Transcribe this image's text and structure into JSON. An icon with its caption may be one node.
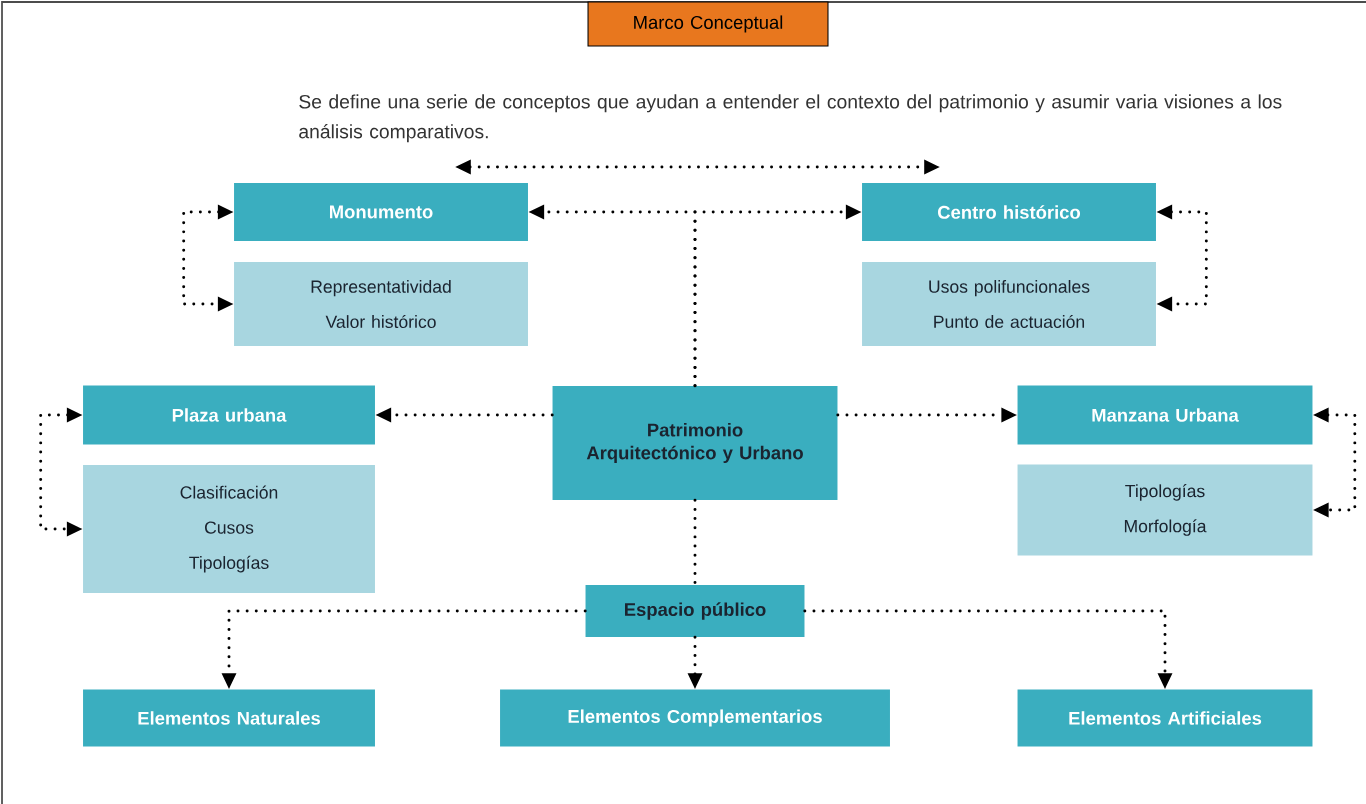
{
  "diagram": {
    "nodes": [
      {
        "text": [
          "Marco Conceptual"
        ]
      },
      {
        "text": [
          "Monumento"
        ]
      },
      {
        "text": [
          "Representatividad",
          "Valor histórico"
        ]
      },
      {
        "text": [
          "Centro histórico"
        ]
      },
      {
        "text": [
          "Usos polifuncionales",
          "Punto de actuación"
        ]
      },
      {
        "text": [
          "Plaza urbana"
        ]
      },
      {
        "text": [
          "Clasificación",
          "Cusos",
          "Tipologías"
        ]
      },
      {
        "text": [
          "Patrimonio Arquitectónico y Urbano"
        ]
      },
      {
        "text": [
          "Manzana Urbana"
        ]
      },
      {
        "text": [
          "Tipologías",
          "Morfología"
        ]
      },
      {
        "text": [
          "Espacio público"
        ]
      },
      {
        "text": [
          "Elementos Naturales"
        ]
      },
      {
        "text": [
          "Elementos Complementarios"
        ]
      },
      {
        "text": [
          "Elementos Artificiales"
        ]
      }
    ],
    "edges": [
      {
        "from": 1,
        "to": 2,
        "arrow": "both"
      },
      {
        "from": 3,
        "to": 4,
        "arrow": "both"
      },
      {
        "from": 7,
        "to": 1,
        "arrow": "to"
      },
      {
        "from": 7,
        "to": 3,
        "arrow": "to"
      },
      {
        "from": 7,
        "to": 5,
        "arrow": "to"
      },
      {
        "from": 7,
        "to": 8,
        "arrow": "to"
      },
      {
        "from": 5,
        "to": 6,
        "arrow": "both"
      },
      {
        "from": 8,
        "to": 9,
        "arrow": "both"
      },
      {
        "from": 7,
        "to": 10,
        "arrow": "none"
      },
      {
        "from": 10,
        "to": 11,
        "arrow": "to"
      },
      {
        "from": 10,
        "to": 12,
        "arrow": "to"
      },
      {
        "from": 10,
        "to": 13,
        "arrow": "to"
      }
    ],
    "labels": [
      "Se define una serie de conceptos que ayudan a entender el contexto del patrimonio y asumir varia visiones a los análisis comparativos."
    ]
  }
}
